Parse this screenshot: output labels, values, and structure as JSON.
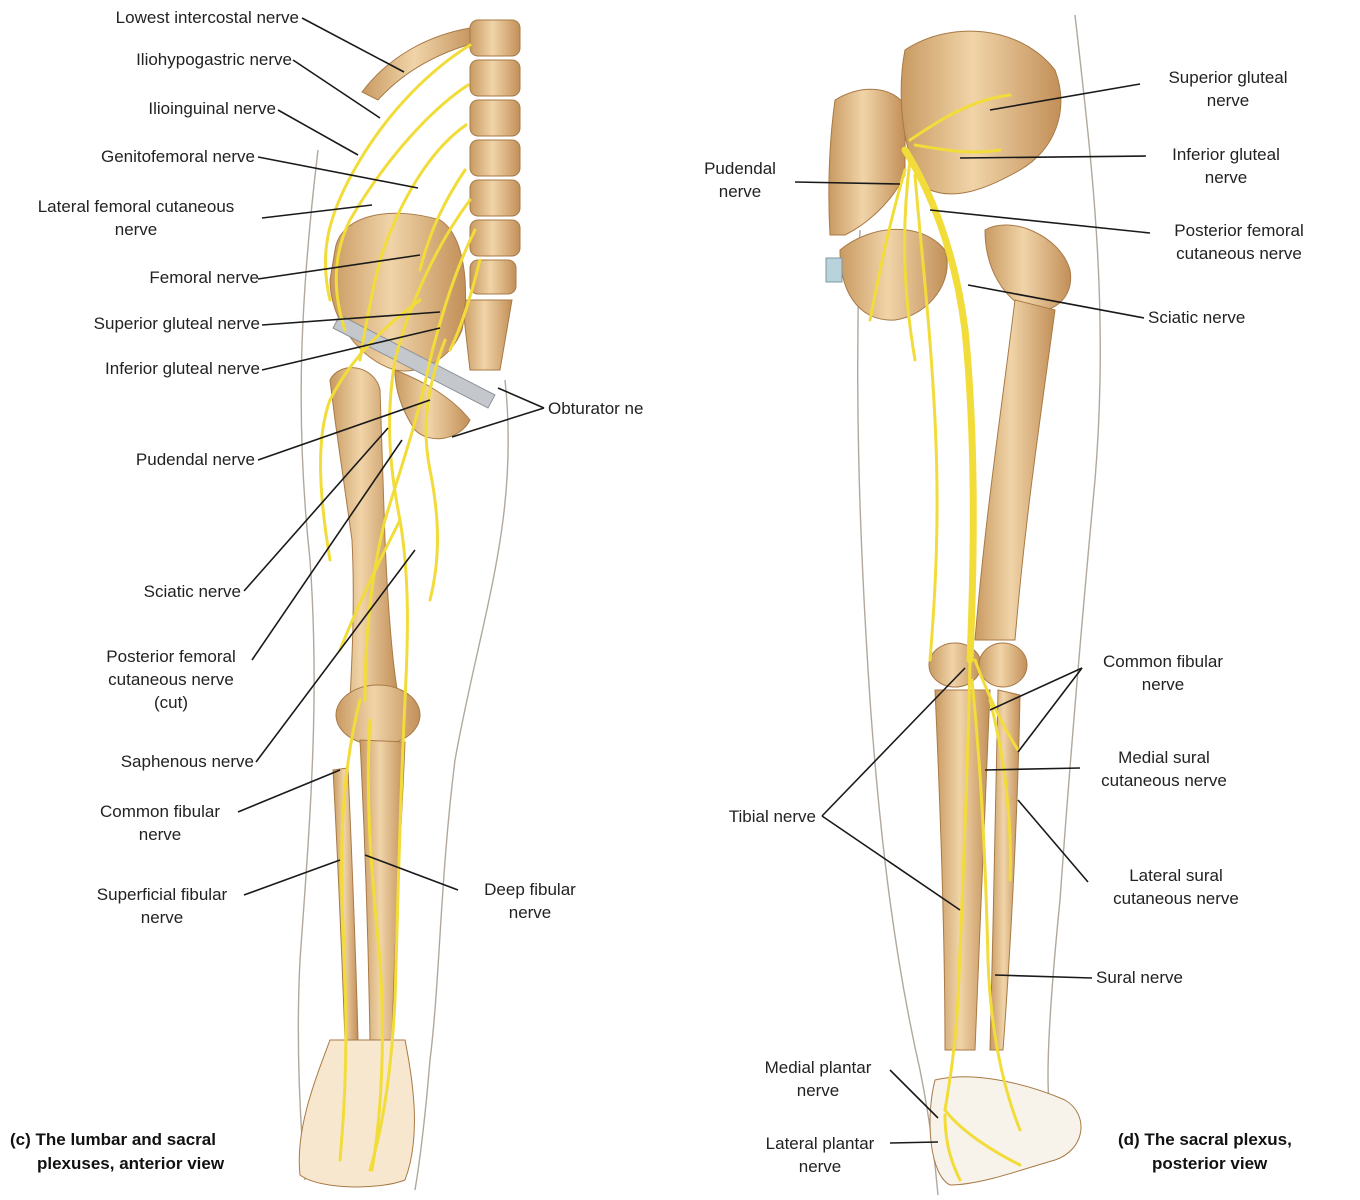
{
  "panels": {
    "anterior": {
      "caption_line1": "(c) The lumbar and sacral",
      "caption_line2": "plexuses, anterior view",
      "labels": {
        "lowest_intercostal": "Lowest intercostal nerve",
        "iliohypogastric": "Iliohypogastric nerve",
        "ilioinguinal": "Ilioinguinal nerve",
        "genitofemoral": "Genitofemoral nerve",
        "lateral_femoral_cut_1": "Lateral femoral cutaneous",
        "lateral_femoral_cut_2": "nerve",
        "femoral": "Femoral nerve",
        "superior_gluteal": "Superior gluteal nerve",
        "inferior_gluteal": "Inferior gluteal nerve",
        "obturator": "Obturator ne",
        "pudendal": "Pudendal nerve",
        "sciatic": "Sciatic nerve",
        "posterior_femoral_cut_1": "Posterior femoral",
        "posterior_femoral_cut_2": "cutaneous nerve",
        "posterior_femoral_cut_3": "(cut)",
        "saphenous": "Saphenous nerve",
        "common_fibular_1": "Common fibular",
        "common_fibular_2": "nerve",
        "superficial_fibular_1": "Superficial fibular",
        "superficial_fibular_2": "nerve",
        "deep_fibular_1": "Deep fibular",
        "deep_fibular_2": "nerve"
      }
    },
    "posterior": {
      "caption_line1": "(d) The sacral plexus,",
      "caption_line2": "posterior view",
      "labels": {
        "superior_gluteal_1": "Superior gluteal",
        "superior_gluteal_2": "nerve",
        "inferior_gluteal_1": "Inferior gluteal",
        "inferior_gluteal_2": "nerve",
        "pudendal_1": "Pudendal",
        "pudendal_2": "nerve",
        "posterior_femoral_cut_1": "Posterior femoral",
        "posterior_femoral_cut_2": "cutaneous nerve",
        "sciatic": "Sciatic nerve",
        "common_fibular_1": "Common fibular",
        "common_fibular_2": "nerve",
        "medial_sural_1": "Medial sural",
        "medial_sural_2": "cutaneous nerve",
        "tibial": "Tibial nerve",
        "lateral_sural_1": "Lateral sural",
        "lateral_sural_2": "cutaneous nerve",
        "sural": "Sural nerve",
        "medial_plantar_1": "Medial plantar",
        "medial_plantar_2": "nerve",
        "lateral_plantar_1": "Lateral plantar",
        "lateral_plantar_2": "nerve"
      }
    }
  },
  "colors": {
    "bone": "#e8c79a",
    "bone_shade": "#c99a62",
    "nerve": "#f2dc3a",
    "nerve_edge": "#c9a814",
    "outline": "#b0a89c",
    "leader": "#1a1a1a"
  }
}
